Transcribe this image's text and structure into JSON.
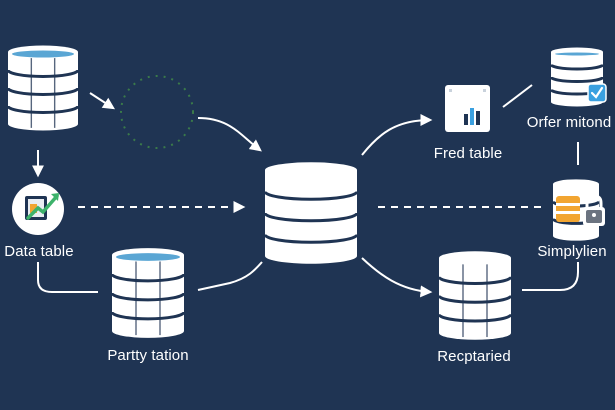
{
  "colors": {
    "background": "#1f3453",
    "db_body": "#ffffff",
    "db_accent": "#5aa6d4",
    "db_lines": "#1f3453",
    "connector": "#ffffff",
    "badge_check": "#3aa0e0",
    "chart_green": "#3db26b",
    "chart_orange": "#f2a531",
    "lock_gray": "#6b7380",
    "dotted_circle": "#3a7a4a"
  },
  "labels": {
    "data_table": "Data table",
    "party_tation": "Partty tation",
    "fred_table": "Fred table",
    "orfer_mitond": "Orfer mitond",
    "simplylien": "Simplylien",
    "recptaried": "Recptaried"
  },
  "icons": {
    "data_table": "chart-up-arrow-icon",
    "fred_table": "bar-chart-icon",
    "orfer_mitond": "check-badge-icon",
    "simplylien": "lock-icon",
    "dotted": "dotted-circle-icon"
  }
}
